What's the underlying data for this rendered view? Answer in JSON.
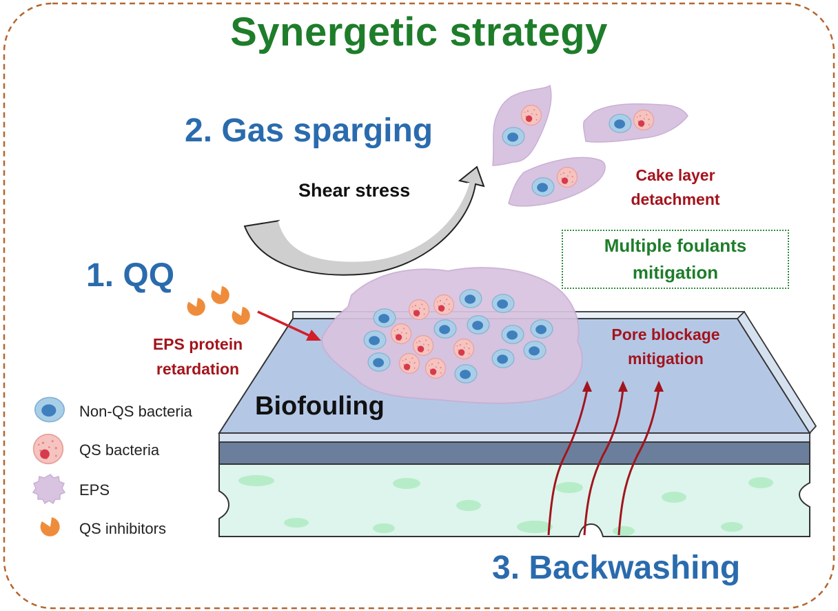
{
  "title": "Synergetic strategy",
  "steps": {
    "qq": "1. QQ",
    "gas_sparging": "2. Gas sparging",
    "backwashing": "3. Backwashing"
  },
  "labels": {
    "shear_stress": "Shear stress",
    "cake_layer_line1": "Cake layer",
    "cake_layer_line2": "detachment",
    "multiple_foulants_line1": "Multiple foulants",
    "multiple_foulants_line2": "mitigation",
    "eps_protein_line1": "EPS protein",
    "eps_protein_line2": "retardation",
    "pore_blockage_line1": "Pore blockage",
    "pore_blockage_line2": "mitigation",
    "biofouling": "Biofouling"
  },
  "legend": [
    {
      "label": "Non-QS bacteria",
      "icon": "non-qs-bacteria-icon"
    },
    {
      "label": "QS bacteria",
      "icon": "qs-bacteria-icon"
    },
    {
      "label": "EPS",
      "icon": "eps-icon"
    },
    {
      "label": "QS inhibitors",
      "icon": "qs-inhibitor-icon"
    }
  ],
  "colors": {
    "title_green": "#1e7d2a",
    "step_blue": "#2a6bad",
    "label_red": "#a3141c",
    "border_dash": "#b5652e",
    "membrane_top": "#b4c8e6",
    "membrane_layer": "#6b7f9c",
    "support_layer": "#ddf5ec",
    "eps_purple": "#d8c3e0",
    "non_qs_blue": "#a9cfe8",
    "qs_pink": "#f6c4c0",
    "inhibitor_orange": "#ef8c3b"
  }
}
